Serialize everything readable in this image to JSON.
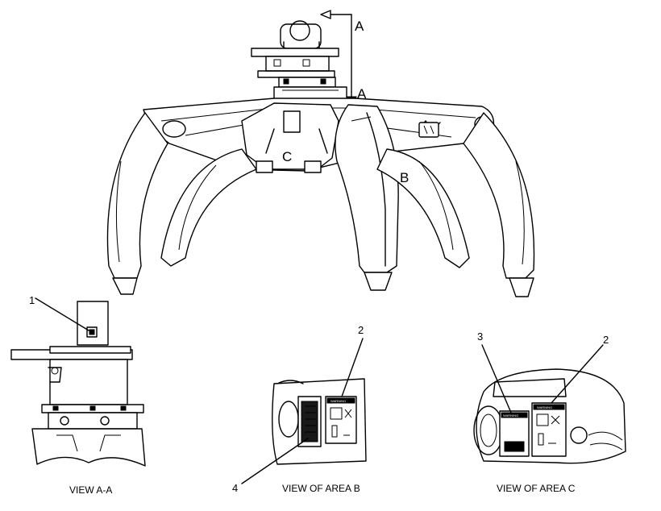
{
  "labels": {
    "section_a_top": "A",
    "section_a_arrow": "A",
    "area_b": "B",
    "area_c": "C"
  },
  "callouts": {
    "one": "1",
    "two_b": "2",
    "three": "3",
    "two_c": "2",
    "four": "4"
  },
  "captions": {
    "view_aa": "VIEW A-A",
    "view_b": "VIEW OF AREA B",
    "view_c": "VIEW OF AREA C"
  },
  "decal_text": {
    "warning": "WARNING"
  }
}
